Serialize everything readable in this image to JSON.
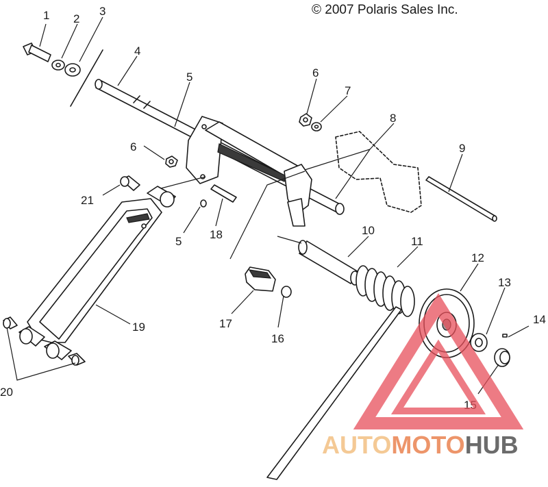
{
  "copyright": "© 2007 Polaris Sales Inc.",
  "watermark": {
    "part1": "AUTO",
    "part2": "MOTO",
    "part3": "HUB",
    "colors": {
      "light": "#f3c48a",
      "mid": "#ec8a5a",
      "dark": "#5b5b5b",
      "triangle": "#e8505b"
    }
  },
  "callouts": [
    "1",
    "2",
    "3",
    "4",
    "5",
    "6",
    "7",
    "8",
    "9",
    "10",
    "11",
    "12",
    "13",
    "14",
    "15",
    "16",
    "17",
    "18",
    "5",
    "6",
    "19",
    "20",
    "21"
  ]
}
